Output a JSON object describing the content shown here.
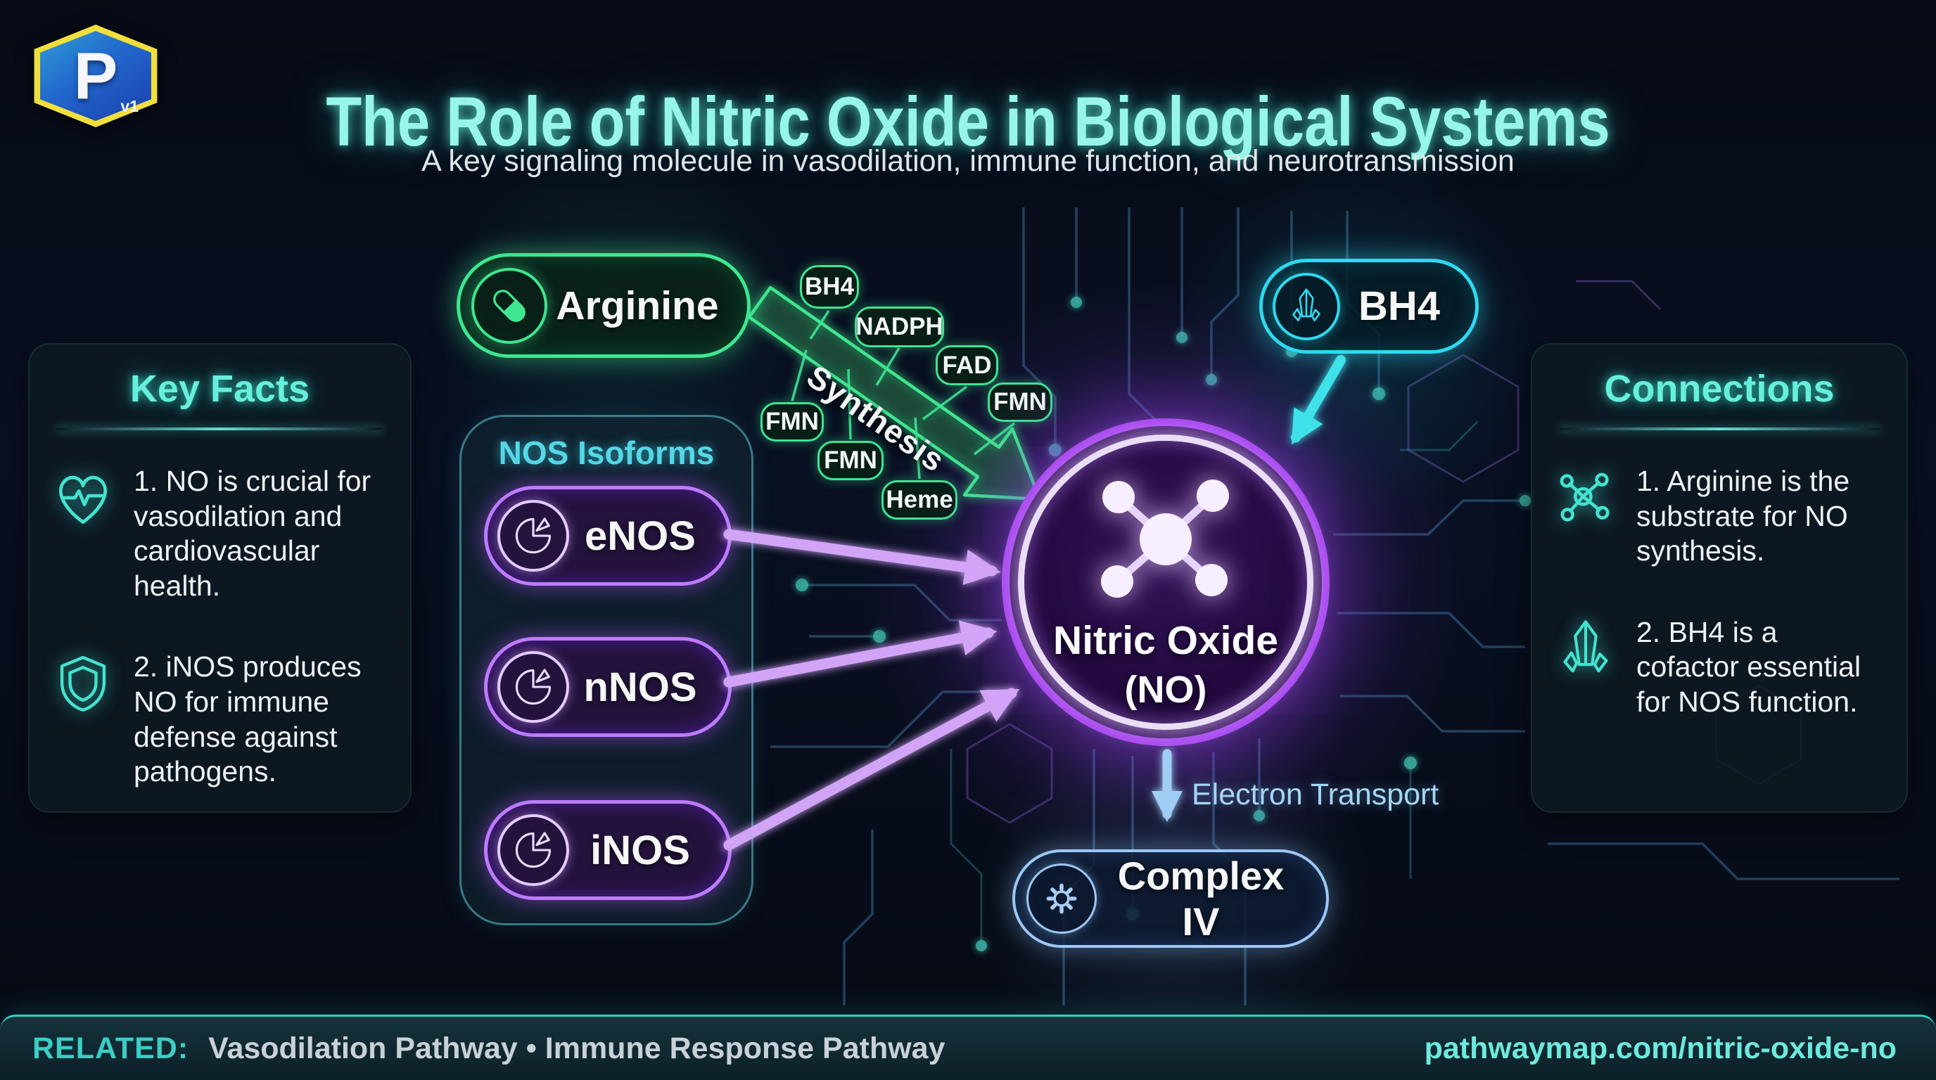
{
  "logo": {
    "letter": "P",
    "version": "v1"
  },
  "header": {
    "title": "The Role of Nitric Oxide in Biological Systems",
    "subtitle": "A key signaling molecule in vasodilation, immune function, and neurotransmission"
  },
  "key_facts": {
    "title": "Key Facts",
    "items": [
      {
        "icon": "heart-pulse-icon",
        "text": "1. NO is crucial for vasodilation and cardiovascular health."
      },
      {
        "icon": "shield-icon",
        "text": "2. iNOS produces NO for immune defense against pathogens."
      }
    ]
  },
  "connections": {
    "title": "Connections",
    "items": [
      {
        "icon": "molecule-icon",
        "text": "1. Arginine is the substrate for NO synthesis."
      },
      {
        "icon": "crystal-icon",
        "text": "2. BH4 is a cofactor essential for NOS function."
      }
    ]
  },
  "nos": {
    "title": "NOS Isoforms",
    "items": [
      {
        "icon": "pie-chart-icon",
        "label": "eNOS"
      },
      {
        "icon": "pie-chart-icon",
        "label": "nNOS"
      },
      {
        "icon": "pie-chart-icon",
        "label": "iNOS"
      }
    ]
  },
  "nodes": {
    "arginine": {
      "icon": "capsule-icon",
      "label": "Arginine"
    },
    "bh4": {
      "icon": "crystal-icon",
      "label": "BH4"
    },
    "central": {
      "icon": "molecule-icon",
      "line1": "Nitric Oxide",
      "line2": "(NO)"
    },
    "complex_iv": {
      "icon": "gear-icon",
      "label": "Complex IV"
    }
  },
  "cofactors": [
    "BH4",
    "NADPH",
    "FAD",
    "FMN",
    "FMN",
    "FMN",
    "Heme"
  ],
  "edges": {
    "synthesis_label": "Synthesis",
    "electron_transport_label": "Electron Transport"
  },
  "footer": {
    "related_label": "RELATED:",
    "related_items": "Vasodilation Pathway • Immune Response Pathway",
    "url": "pathwaymap.com/nitric-oxide-no"
  },
  "palette": {
    "background": "#070b16",
    "title_cyan": "#97f6e9",
    "accent_teal": "#3fe0d0",
    "accent_green": "#3ee68f",
    "accent_purple": "#bf7bff",
    "accent_cyan": "#2fd9ef",
    "accent_blue": "#9cc8f5",
    "text_light": "#eef2f6",
    "logo_yellow": "#f2df3c",
    "logo_blue": "#2268cc"
  },
  "icons": {
    "heart-pulse-icon": "heart outline with ECG pulse line",
    "shield-icon": "shield outline",
    "molecule-icon": "central atom with four bonded atoms",
    "crystal-icon": "crystal gem cluster",
    "capsule-icon": "half-filled medicine capsule in circle",
    "pie-chart-icon": "pie chart with pulled slice",
    "gear-icon": "cog wheel",
    "hexagon-badge-icon": "yellow-rimmed blue hexagon logo"
  }
}
